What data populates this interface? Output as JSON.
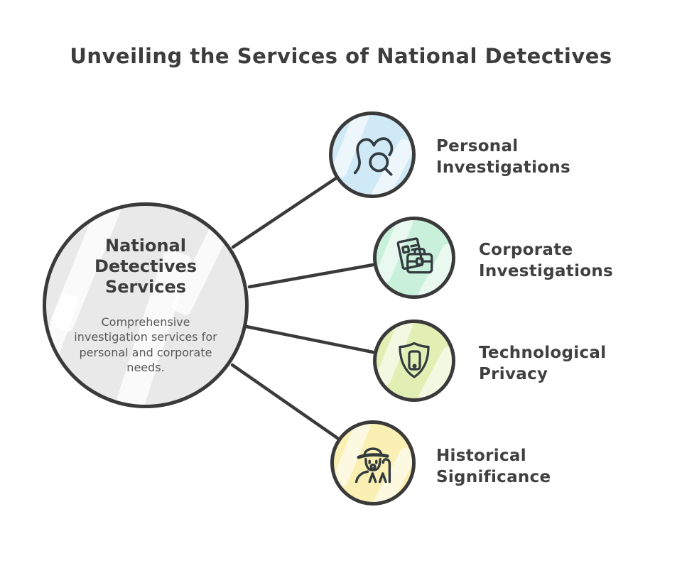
{
  "page": {
    "title": "Unveiling the Services of National Detectives"
  },
  "center_node": {
    "title": "National Detectives Services",
    "description": "Comprehensive investigation services for personal and corporate needs.",
    "fill": "#e9e9e9"
  },
  "nodes": [
    {
      "label": "Personal Investigations",
      "icon": "heart-magnifier-icon",
      "fill": "#cfe9f6"
    },
    {
      "label": "Corporate Investigations",
      "icon": "document-briefcase-icon",
      "fill": "#c9f0da"
    },
    {
      "label": "Technological Privacy",
      "icon": "shield-phone-icon",
      "fill": "#e1efb4"
    },
    {
      "label": "Historical Significance",
      "icon": "detective-icon",
      "fill": "#fbf0b3"
    }
  ],
  "style": {
    "connector_color": "#3a3a3a",
    "border_color": "#3a3a3a",
    "title_color": "#3d3d3d",
    "label_color": "#404040",
    "description_color": "#595959",
    "background": "#ffffff"
  }
}
